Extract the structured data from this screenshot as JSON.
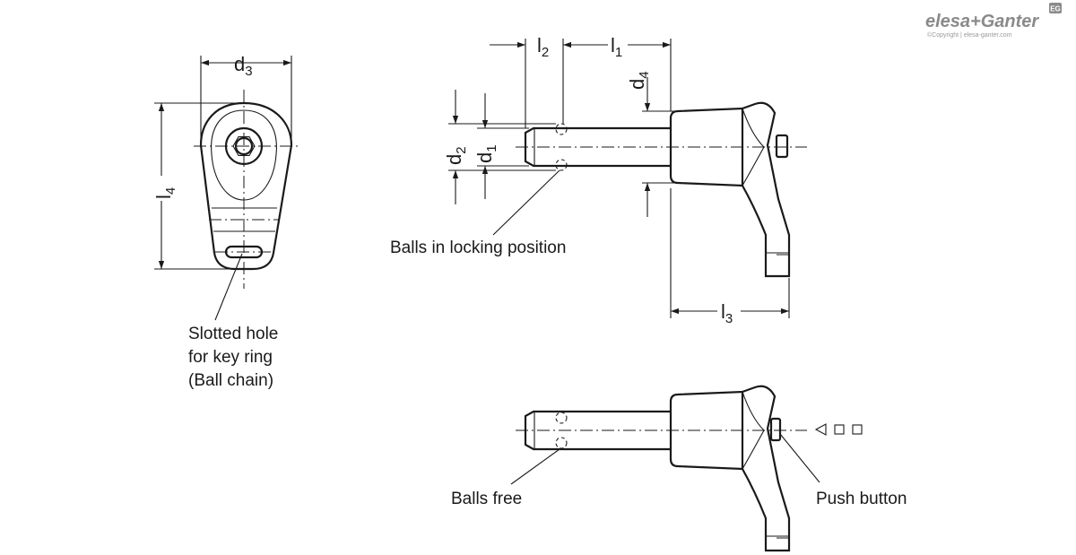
{
  "brand": {
    "logo_text": "elesa+Ganter",
    "badge": "EG",
    "copyright": "©Copyright | elesa-ganter.com"
  },
  "dimensions": {
    "d1": {
      "main": "d",
      "sub": "1"
    },
    "d2": {
      "main": "d",
      "sub": "2"
    },
    "d3": {
      "main": "d",
      "sub": "3"
    },
    "d4": {
      "main": "d",
      "sub": "4"
    },
    "l1": {
      "main": "l",
      "sub": "1"
    },
    "l2": {
      "main": "l",
      "sub": "2"
    },
    "l3": {
      "main": "l",
      "sub": "3"
    },
    "l4": {
      "main": "l",
      "sub": "4"
    }
  },
  "callouts": {
    "slotted_hole": [
      "Slotted hole",
      "for key ring",
      "(Ball chain)"
    ],
    "balls_locking": "Balls in locking position",
    "balls_free": "Balls free",
    "push_button": "Push button"
  }
}
